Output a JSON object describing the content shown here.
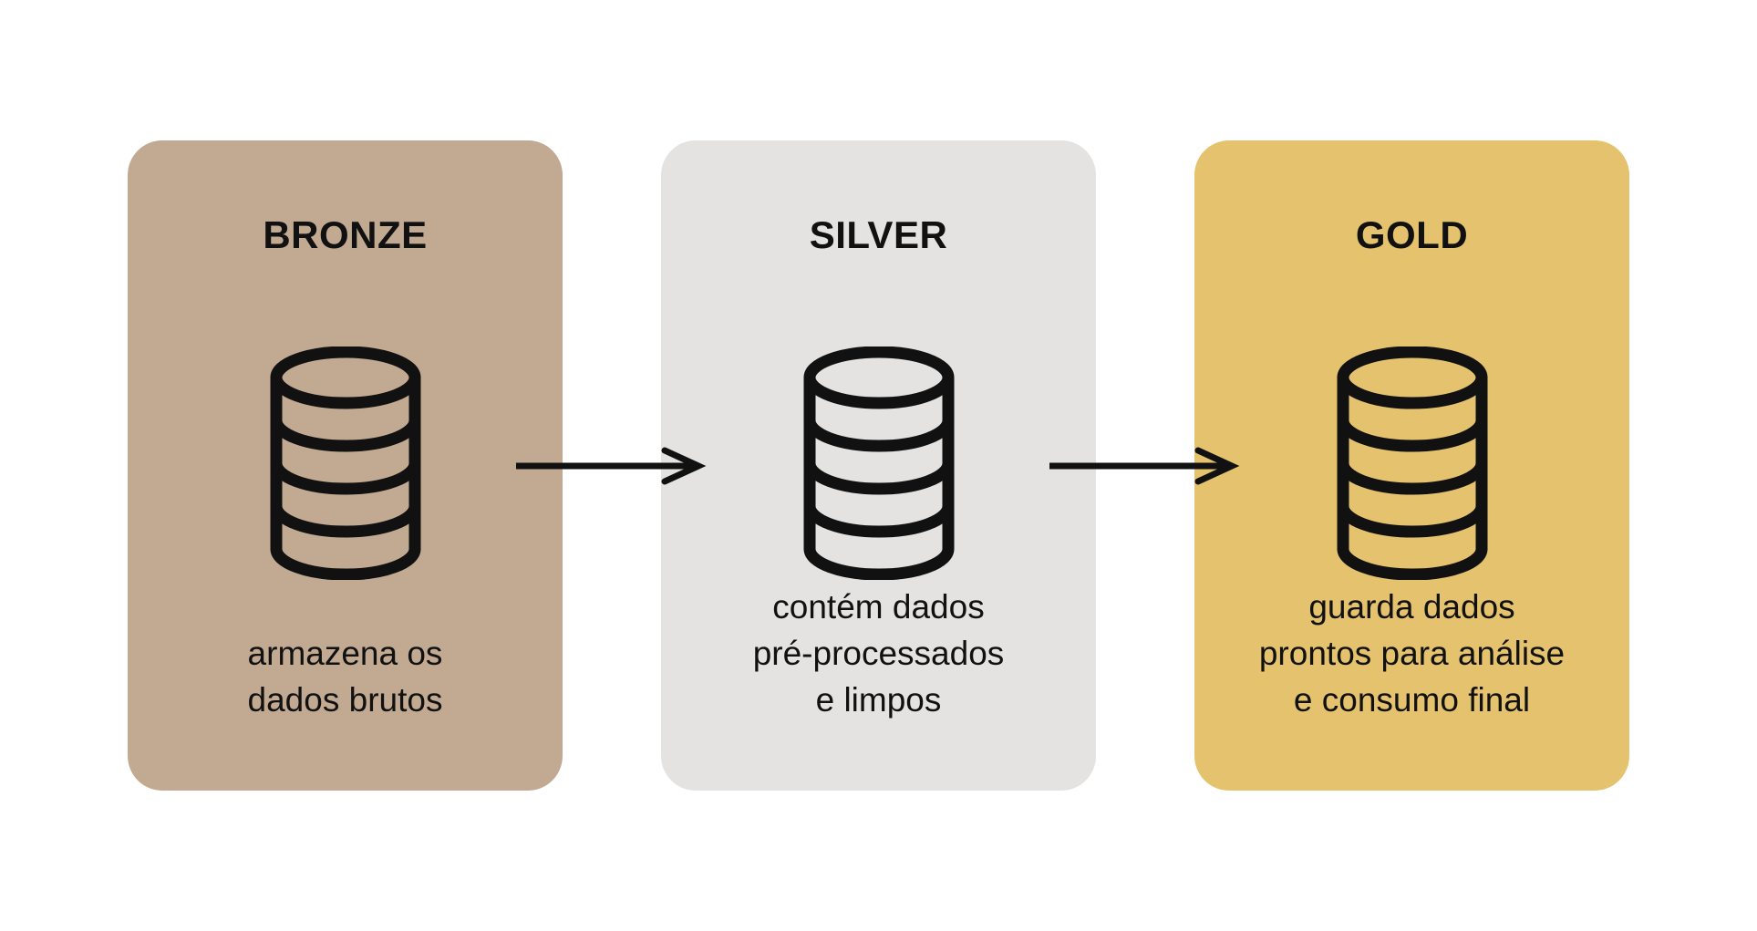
{
  "page": {
    "background": "#ffffff",
    "text_color": "#111111",
    "icon_color": "#111111"
  },
  "stages": [
    {
      "id": "bronze",
      "title": "BRONZE",
      "description": "armazena os\ndados brutos",
      "card_color": "#c2aa92",
      "icon": "database-icon"
    },
    {
      "id": "silver",
      "title": "SILVER",
      "description": "contém dados\npré-processados\ne limpos",
      "card_color": "#e4e3e1",
      "icon": "database-icon"
    },
    {
      "id": "gold",
      "title": "GOLD",
      "description": "guarda dados\nprontos para análise\ne consumo final",
      "card_color": "#e5c36e",
      "icon": "database-icon"
    }
  ],
  "arrows": [
    {
      "from": "bronze",
      "to": "silver",
      "icon": "arrow-right-icon"
    },
    {
      "from": "silver",
      "to": "gold",
      "icon": "arrow-right-icon"
    }
  ]
}
